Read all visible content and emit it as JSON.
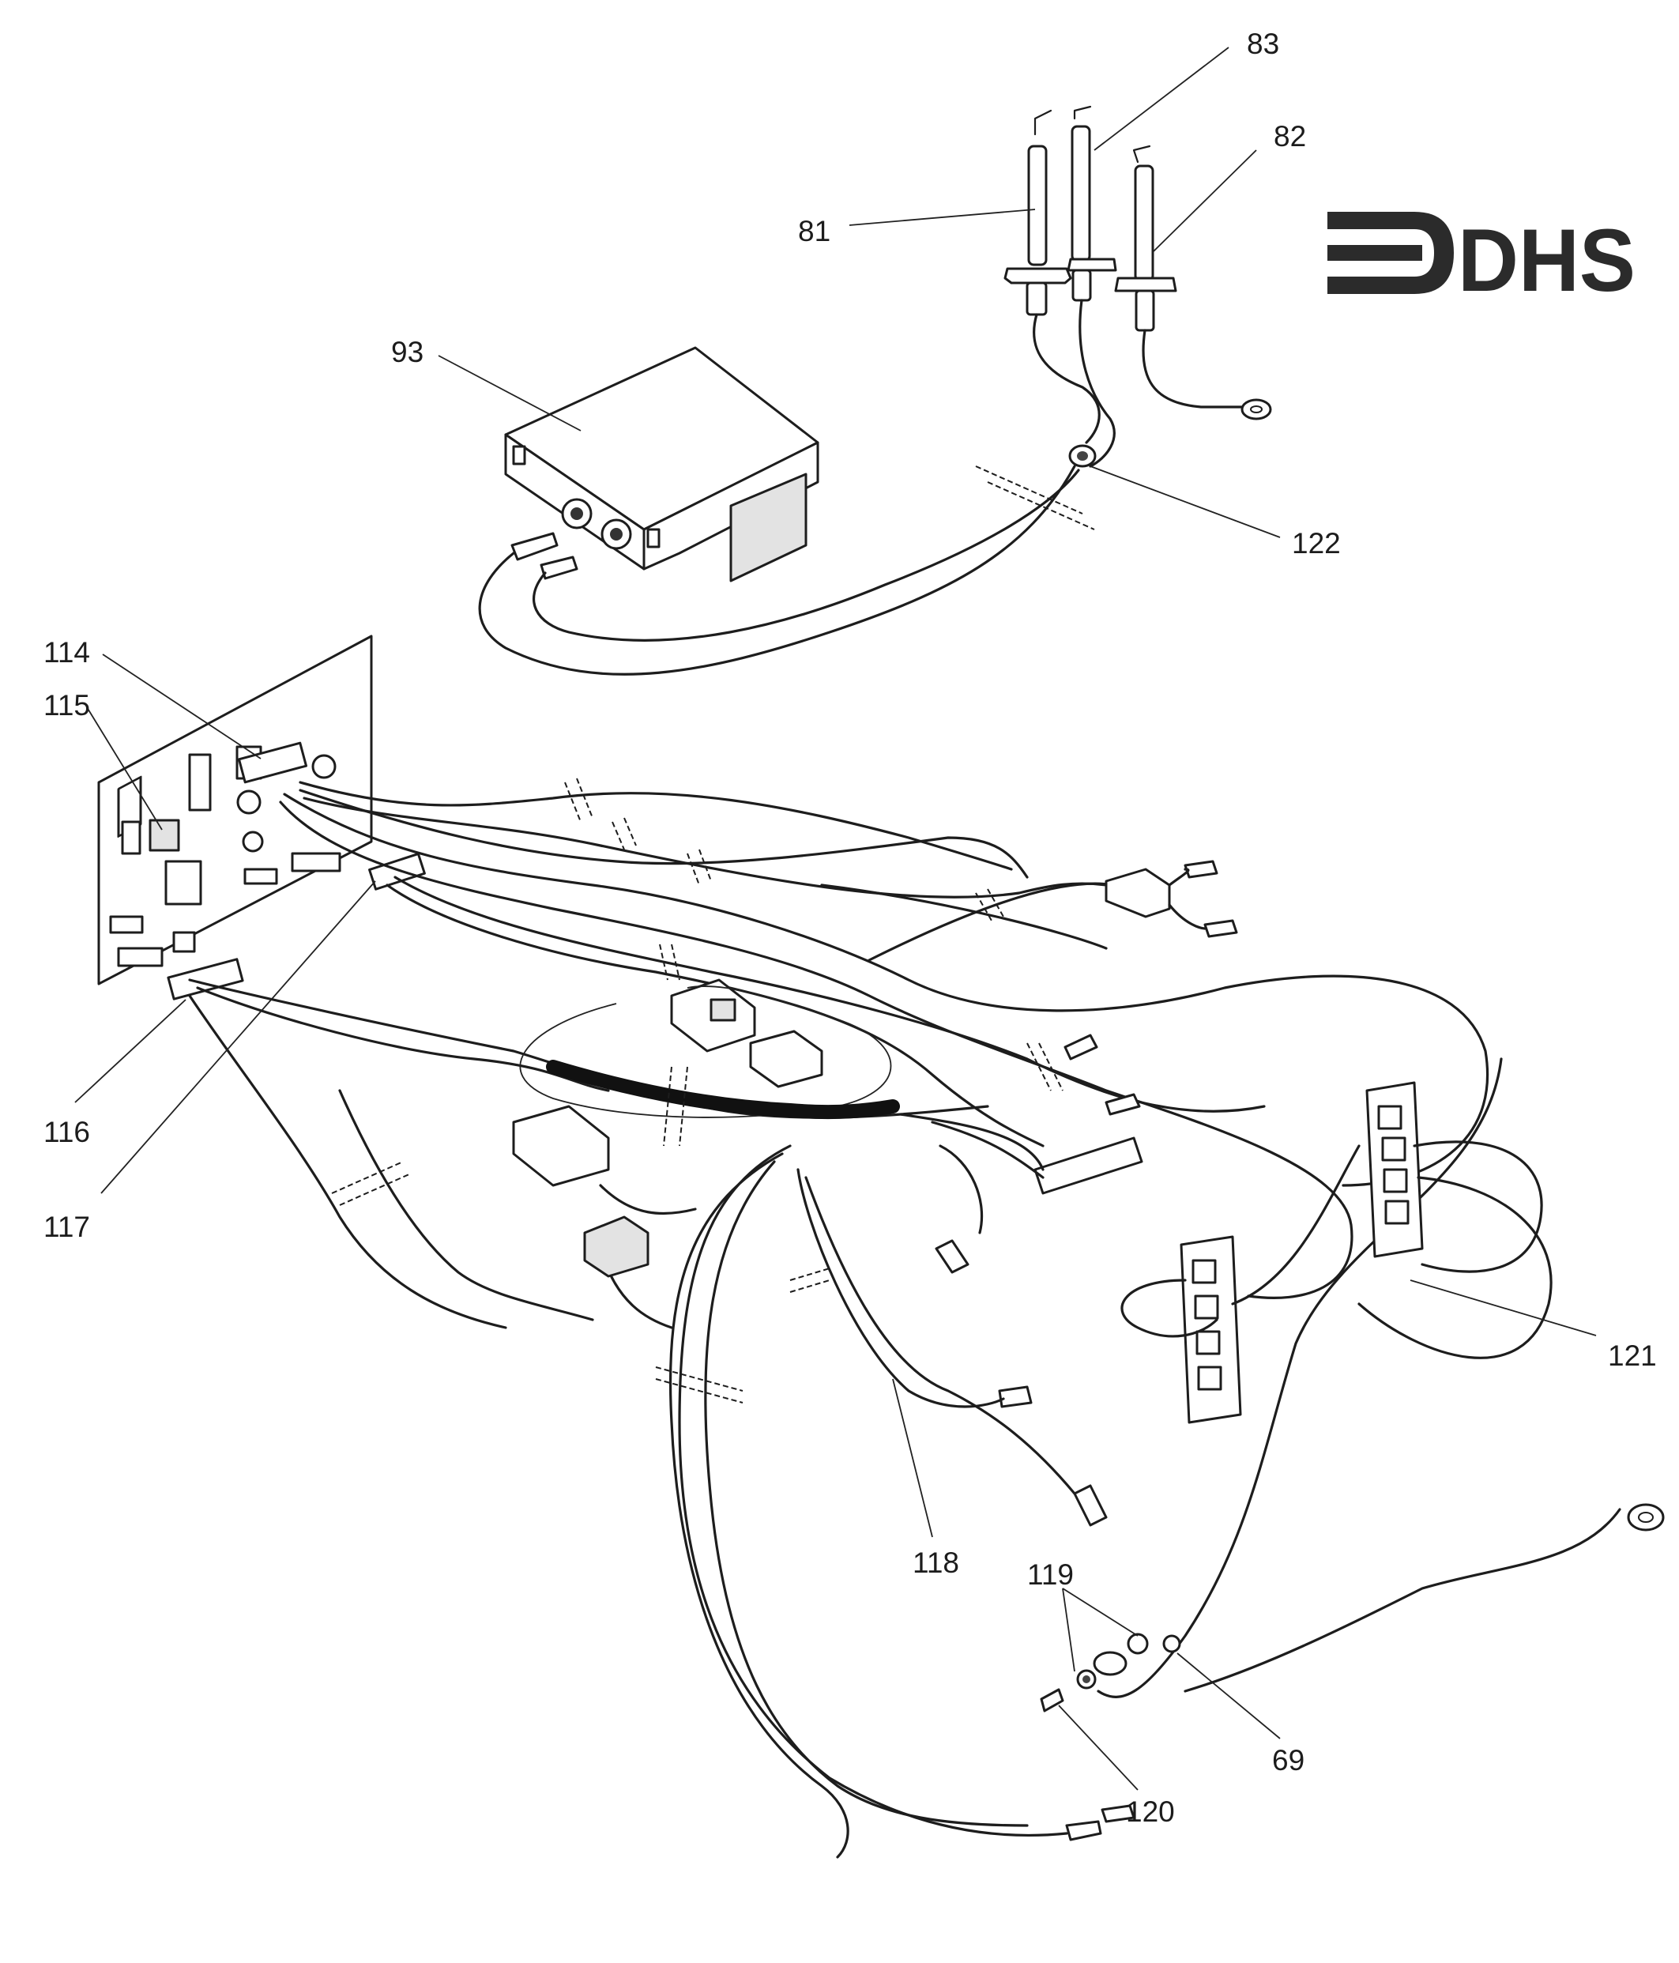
{
  "diagram": {
    "title": "Exploded wiring diagram - control board, ignition unit, electrodes and harness",
    "logo": {
      "text": "DHS",
      "color": "#2b2b2b"
    },
    "callouts": [
      {
        "id": "c83",
        "label": "83",
        "part": "electrode"
      },
      {
        "id": "c82",
        "label": "82",
        "part": "electrode"
      },
      {
        "id": "c81",
        "label": "81",
        "part": "electrode"
      },
      {
        "id": "c93",
        "label": "93",
        "part": "ignition unit"
      },
      {
        "id": "c122",
        "label": "122",
        "part": "grommet"
      },
      {
        "id": "c114",
        "label": "114",
        "part": "connector"
      },
      {
        "id": "c115",
        "label": "115",
        "part": "connector"
      },
      {
        "id": "c116",
        "label": "116",
        "part": "connector"
      },
      {
        "id": "c117",
        "label": "117",
        "part": "connector"
      },
      {
        "id": "c121",
        "label": "121",
        "part": "terminal block"
      },
      {
        "id": "c118",
        "label": "118",
        "part": "harness lead"
      },
      {
        "id": "c119",
        "label": "119",
        "part": "washer"
      },
      {
        "id": "c69",
        "label": "69",
        "part": "nut"
      },
      {
        "id": "c120",
        "label": "120",
        "part": "screw"
      }
    ]
  }
}
